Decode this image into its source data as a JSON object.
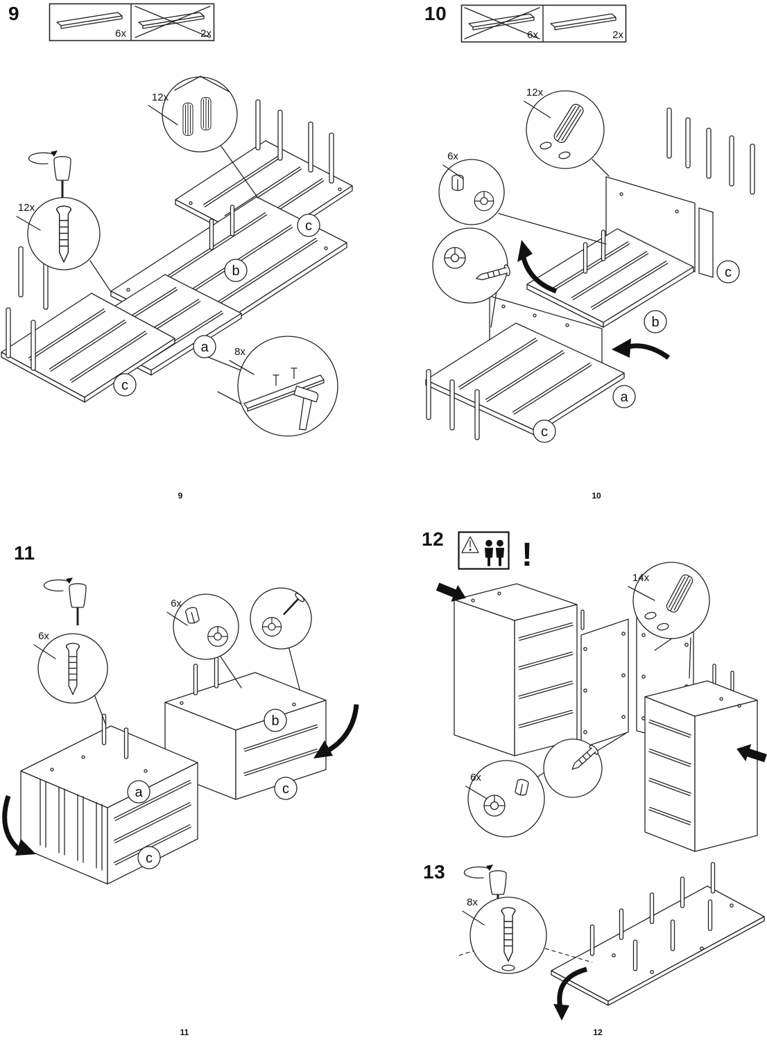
{
  "page": {
    "footer_left_top": "9",
    "footer_right_top": "10",
    "footer_left_bottom": "11",
    "footer_right_bottom": "12"
  },
  "step9": {
    "number": "9",
    "parts_box": {
      "item1_qty": "6x",
      "item2_qty": "2x"
    },
    "dowel_qty": "12x",
    "screw_qty": "12x",
    "nail_qty": "8x",
    "labels": {
      "a": "a",
      "b": "b",
      "c1": "c",
      "c2": "c"
    }
  },
  "step10": {
    "number": "10",
    "parts_box": {
      "item1_qty": "6x",
      "item2_qty": "2x"
    },
    "dowel_qty": "12x",
    "cam_qty": "6x",
    "labels": {
      "a": "a",
      "b": "b",
      "c1": "c",
      "c2": "c"
    }
  },
  "step11": {
    "number": "11",
    "screw_qty": "6x",
    "cam_qty": "6x",
    "labels": {
      "a": "a",
      "b": "b",
      "c1": "c",
      "c2": "c"
    }
  },
  "step12": {
    "number": "12",
    "dowel_qty": "14x",
    "cam_qty": "6x",
    "exclamation": "!"
  },
  "step13": {
    "number": "13",
    "screw_qty": "8x"
  }
}
